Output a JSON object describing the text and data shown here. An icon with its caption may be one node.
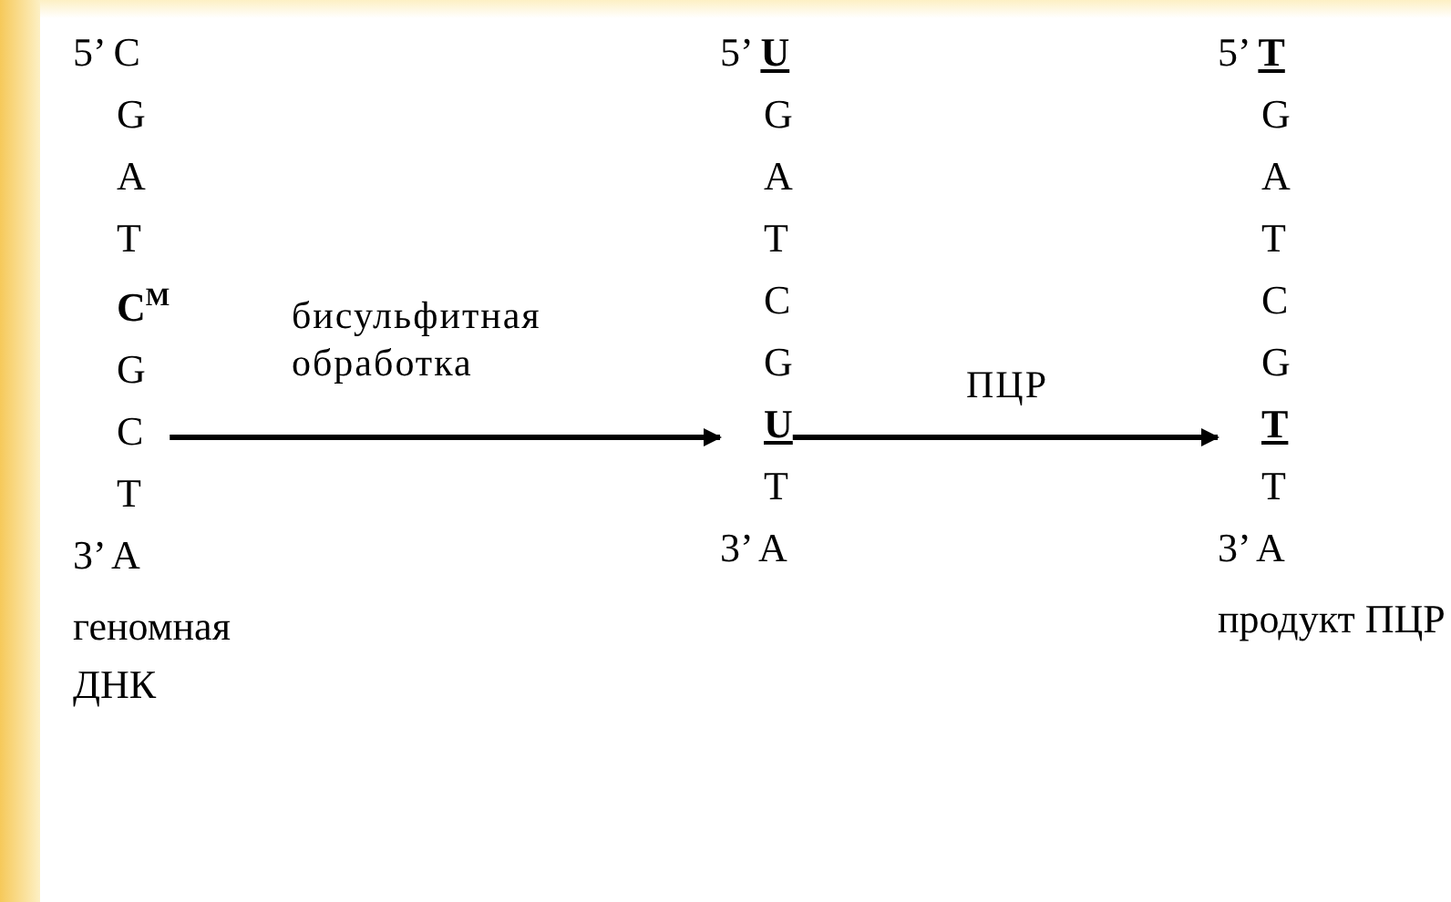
{
  "diagram": {
    "nodes": [
      {
        "text": [
          "5’ C G A T **C**$^{M}$ G C T 3’ A"
        ],
        "beside": [
          "геномная ДНК"
        ]
      },
      {
        "text": [
          "5’ **U** G A T C G **U** T 3’ A"
        ]
      },
      {
        "text": [
          "5’ **T** G A T C G **T** T 3’ A"
        ],
        "beside": [
          "продукт ПЦР"
        ]
      }
    ],
    "edges": [
      {
        "from": 0,
        "to": 1,
        "arrow": "to",
        "label": "бисульфитная обработка"
      },
      {
        "from": 1,
        "to": 2,
        "arrow": "to",
        "label": "ПЦР"
      }
    ]
  }
}
